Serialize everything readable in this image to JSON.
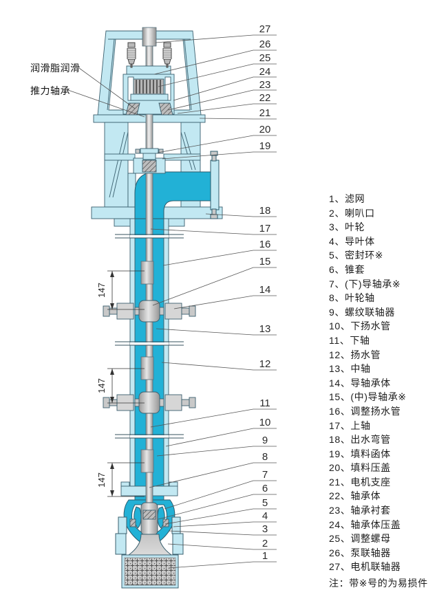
{
  "diagram": {
    "title": "vertical-long-shaft-pump-cross-section",
    "left_labels": {
      "lubrication": "润滑脂润滑",
      "thrust_bearing": "推力轴承"
    },
    "dimension_value": "147",
    "callouts": {
      "1": "1",
      "2": "2",
      "3": "3",
      "4": "4",
      "5": "5",
      "6": "6",
      "7": "7",
      "8": "8",
      "9": "9",
      "10": "10",
      "11": "11",
      "12": "12",
      "13": "13",
      "14": "14",
      "15": "15",
      "16": "16",
      "17": "17",
      "18": "18",
      "19": "19",
      "20": "20",
      "21": "21",
      "22": "22",
      "23": "23",
      "24": "24",
      "25": "25",
      "26": "26",
      "27": "27"
    }
  },
  "parts": {
    "items": [
      "1、滤网",
      "2、喇叭口",
      "3、叶轮",
      "4、导叶体",
      "5、密封环※",
      "6、锥套",
      "7、(下)导轴承※",
      "8、叶轮轴",
      "9、螺纹联轴器",
      "10、下扬水管",
      "11、下轴",
      "12、扬水管",
      "13、中轴",
      "14、导轴承体",
      "15、(中)导轴承※",
      "16、调整扬水管",
      "17、上轴",
      "18、出水弯管",
      "19、填料函体",
      "20、填料压盖",
      "21、电机支座",
      "22、轴承体",
      "23、轴承衬套",
      "24、轴承体压盖",
      "25、调整螺母",
      "26、泵联轴器",
      "27、电机联轴器"
    ],
    "note": "注：带※号的为易损件"
  },
  "colors": {
    "water_cyan": "#22b1d6",
    "casing_light_blue": "#c2e8f2",
    "metal_gray": "#c9c9c9",
    "outline": "#3a5f6e"
  }
}
